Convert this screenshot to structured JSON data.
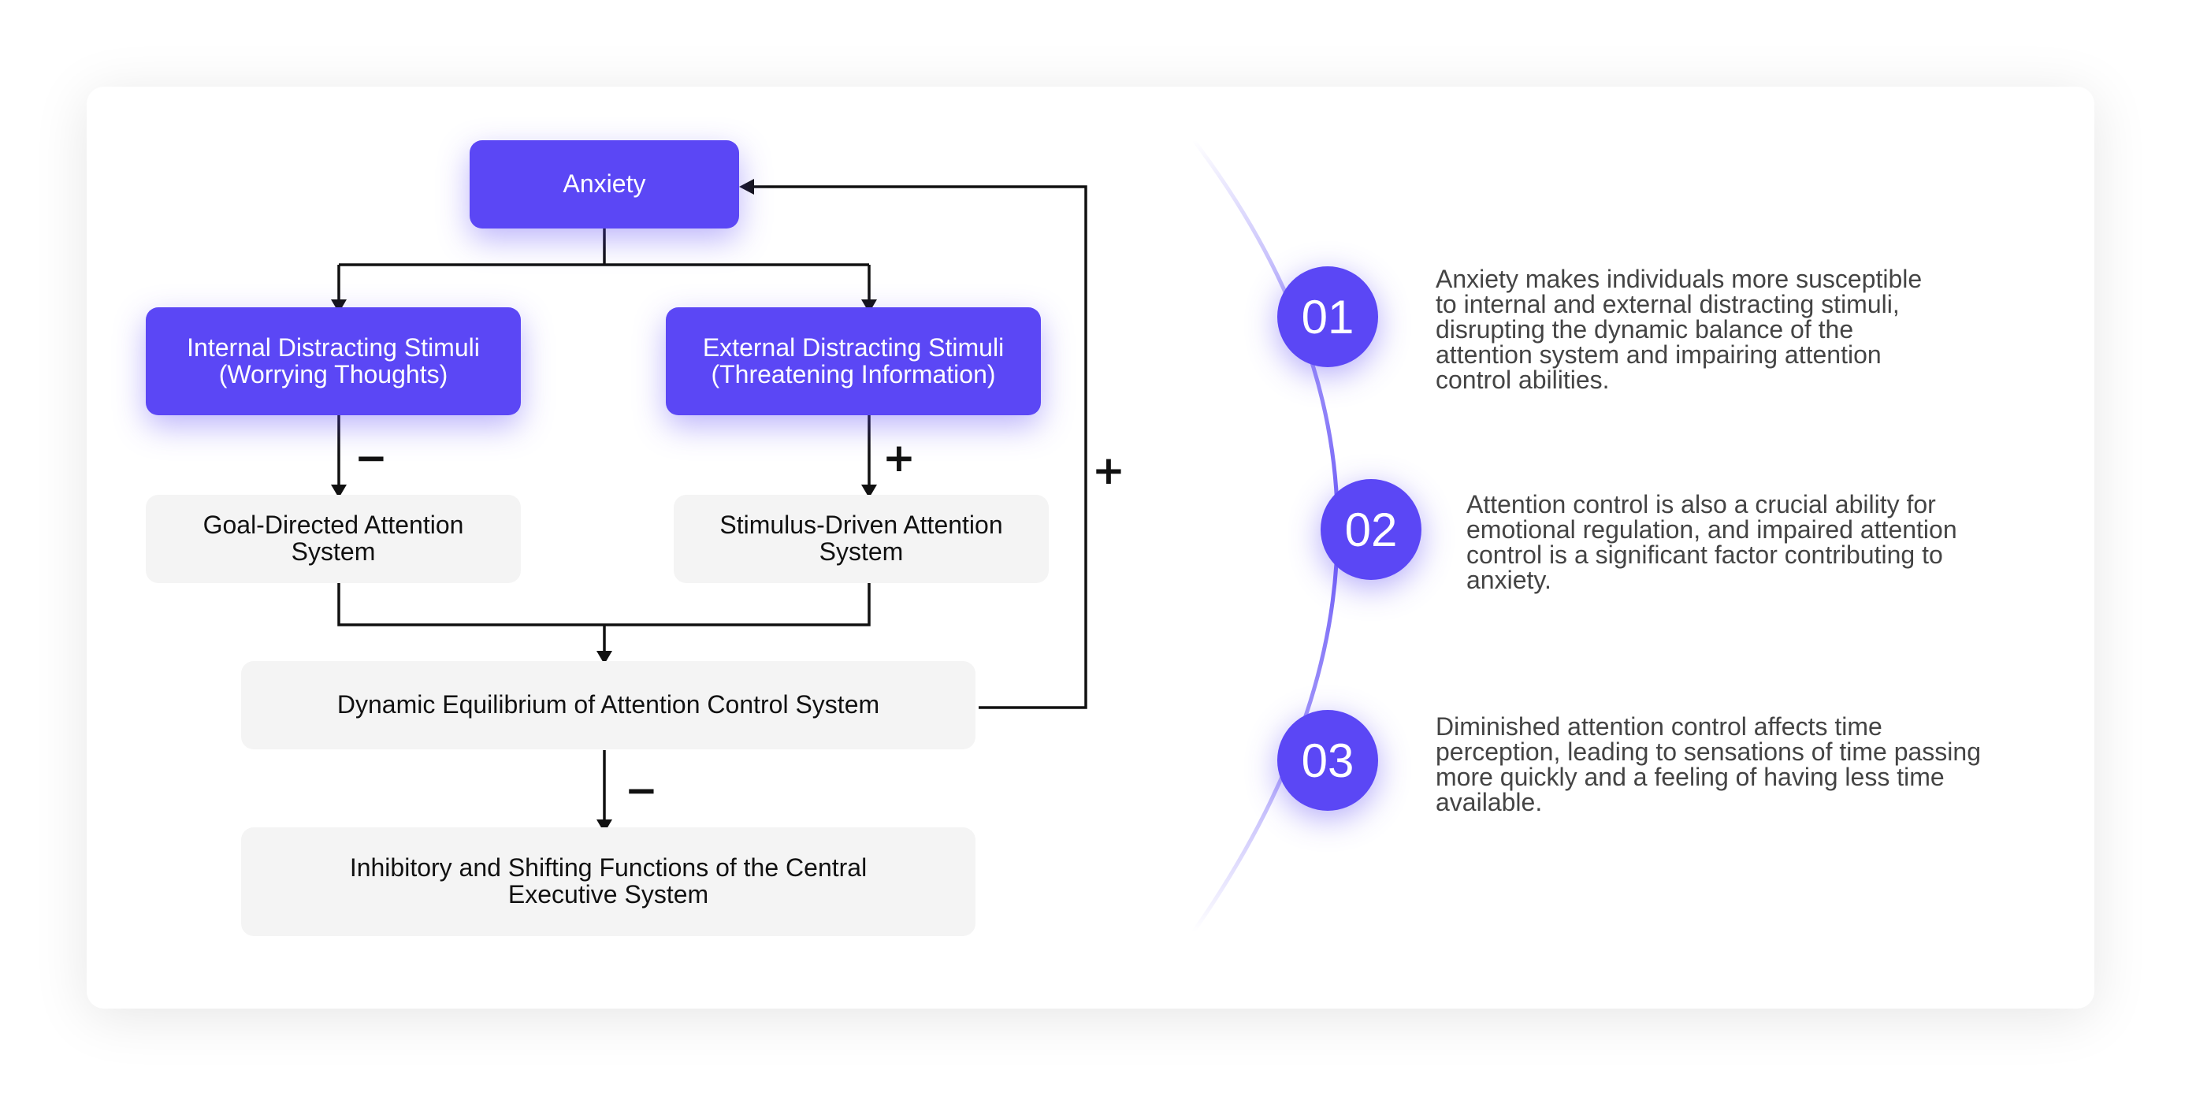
{
  "flow": {
    "anxiety": "Anxiety",
    "internal": "Internal Distracting Stimuli\n(Worrying Thoughts)",
    "external": "External Distracting Stimuli\n(Threatening Information)",
    "goal": "Goal-Directed Attention\nSystem",
    "stimulus": "Stimulus-Driven Attention\nSystem",
    "equilibrium": "Dynamic Equilibrium of Attention Control System",
    "inhibitory": "Inhibitory and Shifting Functions of the Central\nExecutive System",
    "sign_goal": "−",
    "sign_stimulus": "+",
    "sign_feedback": "+",
    "sign_inhibitory": "−"
  },
  "points": [
    {
      "num": "01",
      "text": "Anxiety makes individuals more susceptible\nto internal and external distracting stimuli,\ndisrupting the dynamic balance of the\nattention system and impairing attention\ncontrol abilities."
    },
    {
      "num": "02",
      "text": "Attention control is also a crucial ability for\nemotional regulation, and impaired attention\ncontrol is a significant factor contributing to\nanxiety."
    },
    {
      "num": "03",
      "text": "Diminished attention control affects time\nperception, leading to sensations of time passing\nmore quickly and a feeling of having less time\navailable."
    }
  ],
  "colors": {
    "accent": "#5b47f5",
    "box_gray": "#f4f4f4",
    "line": "#111111"
  }
}
